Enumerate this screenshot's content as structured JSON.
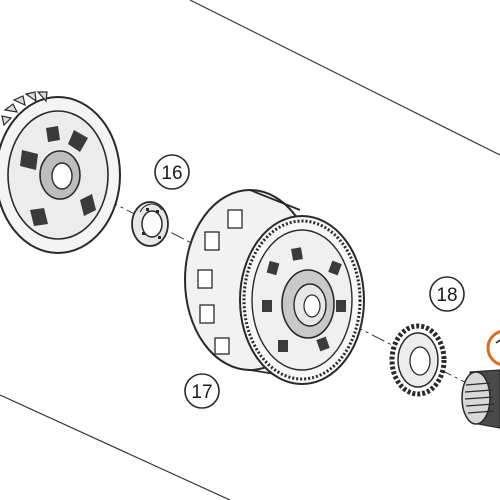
{
  "diagram": {
    "callouts": [
      {
        "label": "16"
      },
      {
        "label": "17"
      },
      {
        "label": "18"
      }
    ],
    "highlight_color": "#e06a1b",
    "line_color": "#2a2a2a",
    "part_fill": "#f2f2f2",
    "part_shadow": "#555555"
  }
}
